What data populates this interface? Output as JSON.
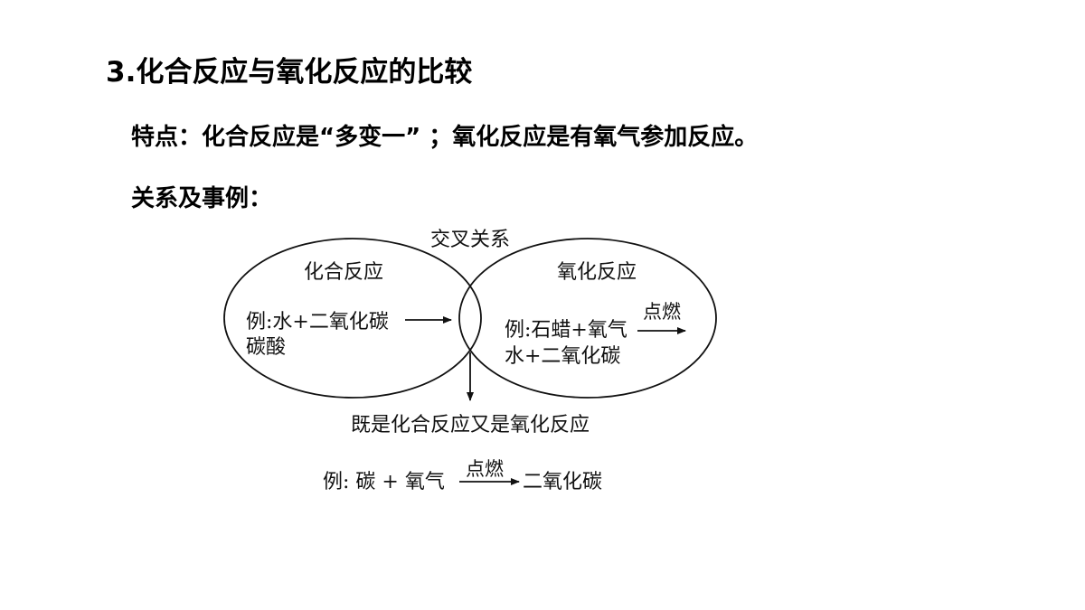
{
  "slide": {
    "title": "3.化合反应与氧化反应的比较",
    "features": "特点：化合反应是“多变一” ；氧化反应是有氧气参加反应。",
    "relation_heading": "关系及事例："
  },
  "diagram": {
    "intersection_label": "交叉关系",
    "left_circle": {
      "title": "化合反应",
      "example_line1": "例:水+二氧化碳",
      "example_line2": "碳酸"
    },
    "right_circle": {
      "title": "氧化反应",
      "example_line1": "例:石蜡+氧气",
      "condition": "点燃",
      "example_line2": "水+二氧化碳"
    },
    "overlap_caption": "既是化合反应又是氧化反应",
    "bottom_example": {
      "prefix": "例: 碳 + 氧气",
      "condition": "点燃",
      "product": "二氧化碳"
    },
    "colors": {
      "stroke": "#111111",
      "text": "#111111"
    }
  }
}
